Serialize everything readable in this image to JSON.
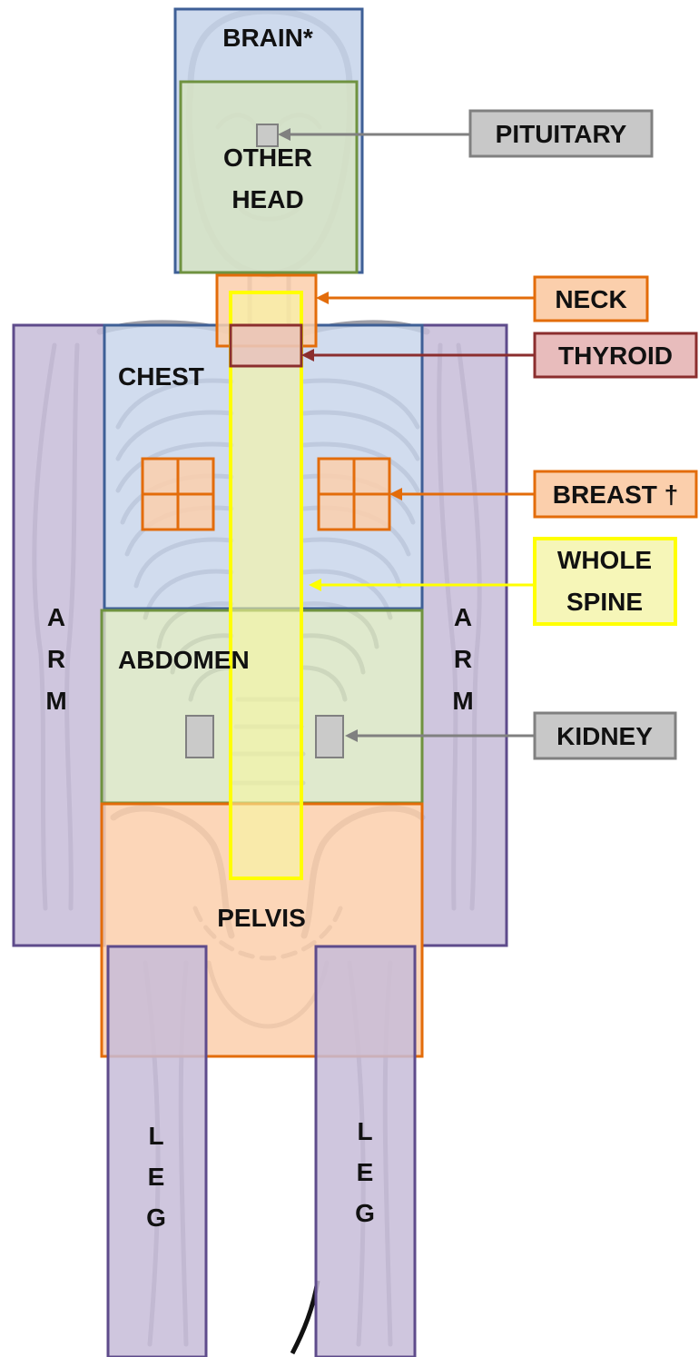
{
  "regions": {
    "brain": {
      "label": "BRAIN*"
    },
    "other_head": {
      "line1": "OTHER",
      "line2": "HEAD"
    },
    "chest": {
      "label": "CHEST"
    },
    "abdomen": {
      "label": "ABDOMEN"
    },
    "pelvis": {
      "label": "PELVIS"
    },
    "arm_left": {
      "letters": [
        "A",
        "R",
        "M"
      ]
    },
    "arm_right": {
      "letters": [
        "A",
        "R",
        "M"
      ]
    },
    "leg_left": {
      "letters": [
        "L",
        "E",
        "G"
      ]
    },
    "leg_right": {
      "letters": [
        "L",
        "E",
        "G"
      ]
    }
  },
  "callouts": {
    "pituitary": {
      "label": "PITUITARY"
    },
    "neck": {
      "label": "NECK"
    },
    "thyroid": {
      "label": "THYROID"
    },
    "breast": {
      "label": "BREAST †"
    },
    "whole_spine": {
      "line1": "WHOLE",
      "line2": "SPINE"
    },
    "kidney": {
      "label": "KIDNEY"
    }
  },
  "colors": {
    "blue_fill": "#c5d3ea",
    "blue_stroke": "#3e5f96",
    "green_fill": "#d7e4c0",
    "green_stroke": "#6f9240",
    "orange_fill": "#fbcfac",
    "orange_stroke": "#e36c0a",
    "purple_fill": "#c7bcd8",
    "purple_stroke": "#5e4b8b",
    "yellow_fill": "#f6f6a0",
    "yellow_stroke": "#ffff00",
    "gray_fill": "#c8c8c8",
    "gray_stroke": "#808080",
    "thyroid_fill": "#e8bcbc",
    "thyroid_stroke": "#8b2e2e"
  }
}
